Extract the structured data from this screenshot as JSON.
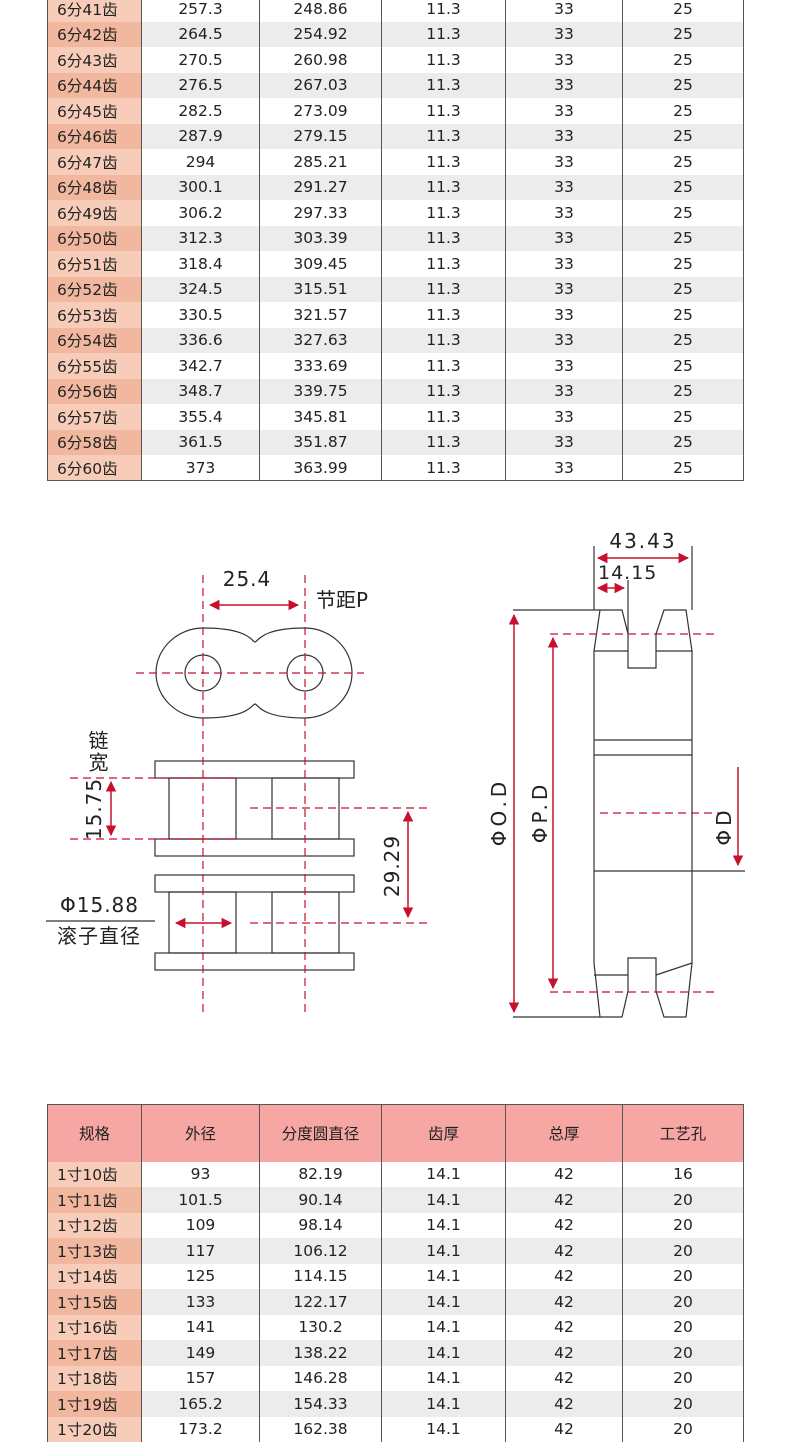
{
  "table_top": {
    "rows": [
      [
        "6分41齿",
        "257.3",
        "248.86",
        "11.3",
        "33",
        "25"
      ],
      [
        "6分42齿",
        "264.5",
        "254.92",
        "11.3",
        "33",
        "25"
      ],
      [
        "6分43齿",
        "270.5",
        "260.98",
        "11.3",
        "33",
        "25"
      ],
      [
        "6分44齿",
        "276.5",
        "267.03",
        "11.3",
        "33",
        "25"
      ],
      [
        "6分45齿",
        "282.5",
        "273.09",
        "11.3",
        "33",
        "25"
      ],
      [
        "6分46齿",
        "287.9",
        "279.15",
        "11.3",
        "33",
        "25"
      ],
      [
        "6分47齿",
        "294",
        "285.21",
        "11.3",
        "33",
        "25"
      ],
      [
        "6分48齿",
        "300.1",
        "291.27",
        "11.3",
        "33",
        "25"
      ],
      [
        "6分49齿",
        "306.2",
        "297.33",
        "11.3",
        "33",
        "25"
      ],
      [
        "6分50齿",
        "312.3",
        "303.39",
        "11.3",
        "33",
        "25"
      ],
      [
        "6分51齿",
        "318.4",
        "309.45",
        "11.3",
        "33",
        "25"
      ],
      [
        "6分52齿",
        "324.5",
        "315.51",
        "11.3",
        "33",
        "25"
      ],
      [
        "6分53齿",
        "330.5",
        "321.57",
        "11.3",
        "33",
        "25"
      ],
      [
        "6分54齿",
        "336.6",
        "327.63",
        "11.3",
        "33",
        "25"
      ],
      [
        "6分55齿",
        "342.7",
        "333.69",
        "11.3",
        "33",
        "25"
      ],
      [
        "6分56齿",
        "348.7",
        "339.75",
        "11.3",
        "33",
        "25"
      ],
      [
        "6分57齿",
        "355.4",
        "345.81",
        "11.3",
        "33",
        "25"
      ],
      [
        "6分58齿",
        "361.5",
        "351.87",
        "11.3",
        "33",
        "25"
      ],
      [
        "6分60齿",
        "373",
        "363.99",
        "11.3",
        "33",
        "25"
      ]
    ]
  },
  "diagram": {
    "pitch_value": "25.4",
    "pitch_label": "节距P",
    "chain_width_label": "链宽",
    "inner_width_value": "15.75",
    "row_spacing_value": "29.29",
    "roller_dia_value": "Φ15.88",
    "roller_dia_label": "滚子直径",
    "total_thickness_value": "43.43",
    "tooth_thickness_value": "14.15",
    "od_label": "ΦO.D",
    "pd_label": "ΦP.D",
    "bore_label": "ΦD",
    "accent_color": "#c8102e"
  },
  "table_bottom": {
    "headers": [
      "规格",
      "外径",
      "分度圆直径",
      "齿厚",
      "总厚",
      "工艺孔"
    ],
    "rows": [
      [
        "1寸10齿",
        "93",
        "82.19",
        "14.1",
        "42",
        "16"
      ],
      [
        "1寸11齿",
        "101.5",
        "90.14",
        "14.1",
        "42",
        "20"
      ],
      [
        "1寸12齿",
        "109",
        "98.14",
        "14.1",
        "42",
        "20"
      ],
      [
        "1寸13齿",
        "117",
        "106.12",
        "14.1",
        "42",
        "20"
      ],
      [
        "1寸14齿",
        "125",
        "114.15",
        "14.1",
        "42",
        "20"
      ],
      [
        "1寸15齿",
        "133",
        "122.17",
        "14.1",
        "42",
        "20"
      ],
      [
        "1寸16齿",
        "141",
        "130.2",
        "14.1",
        "42",
        "20"
      ],
      [
        "1寸17齿",
        "149",
        "138.22",
        "14.1",
        "42",
        "20"
      ],
      [
        "1寸18齿",
        "157",
        "146.28",
        "14.1",
        "42",
        "20"
      ],
      [
        "1寸19齿",
        "165.2",
        "154.33",
        "14.1",
        "42",
        "20"
      ],
      [
        "1寸20齿",
        "173.2",
        "162.38",
        "14.1",
        "42",
        "20"
      ]
    ]
  }
}
